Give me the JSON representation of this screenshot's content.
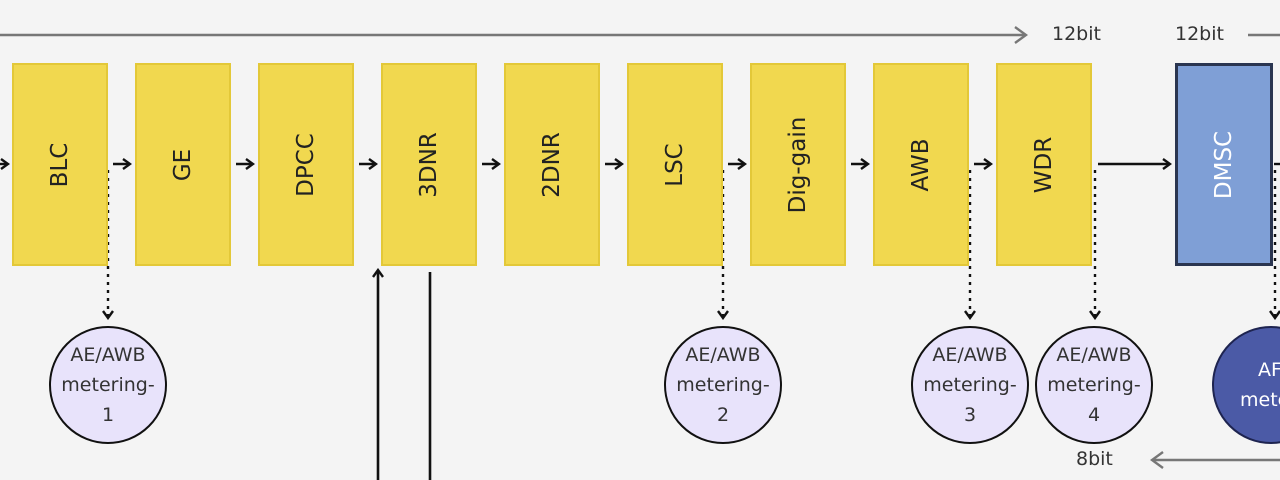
{
  "bit_labels": {
    "top_left_to_wdr": "12bit",
    "top_after_wdr": "12bit",
    "bottom_right": "8bit"
  },
  "stages": [
    {
      "label": "BLC",
      "color": "#f1d84f"
    },
    {
      "label": "GE",
      "color": "#f1d84f"
    },
    {
      "label": "DPCC",
      "color": "#f1d84f"
    },
    {
      "label": "3DNR",
      "color": "#f1d84f"
    },
    {
      "label": "2DNR",
      "color": "#f1d84f"
    },
    {
      "label": "LSC",
      "color": "#f1d84f"
    },
    {
      "label": "Dig-gain",
      "color": "#f1d84f"
    },
    {
      "label": "AWB",
      "color": "#f1d84f"
    },
    {
      "label": "WDR",
      "color": "#f1d84f"
    },
    {
      "label": "DMSC",
      "color": "#7f9fd6"
    }
  ],
  "meters": [
    {
      "line1": "AE/AWB",
      "line2": "metering-",
      "line3": "1"
    },
    {
      "line1": "AE/AWB",
      "line2": "metering-",
      "line3": "2"
    },
    {
      "line1": "AE/AWB",
      "line2": "metering-",
      "line3": "3"
    },
    {
      "line1": "AE/AWB",
      "line2": "metering-",
      "line3": "4"
    },
    {
      "line1": "AF",
      "line2": "mete",
      "line3": ""
    }
  ]
}
